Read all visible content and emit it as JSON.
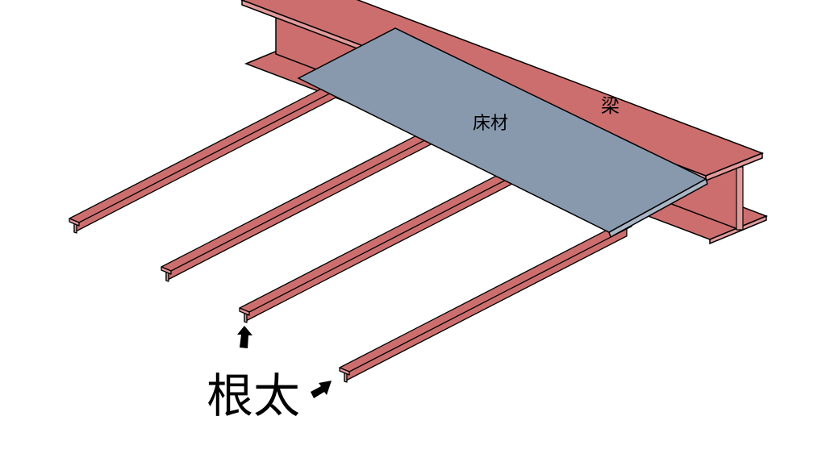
{
  "labels": {
    "beam": "梁",
    "floor_board": "床材",
    "joist": "根太"
  },
  "colors": {
    "steel": "#cd6e6e",
    "steel_light": "#e39a9a",
    "board": "#8899ae",
    "outline": "#000000"
  }
}
